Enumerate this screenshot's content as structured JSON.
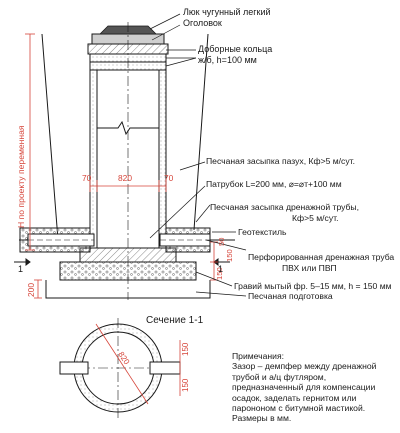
{
  "callouts": {
    "hatch": "Люк чугунный легкий",
    "head": "Оголовок",
    "rings_1": "Доборные кольца",
    "rings_2": "ж/б, h=100 мм",
    "sand_fill": "Песчаная засыпка пазух, Кф>5 м/сут.",
    "nipple": "Патрубок L=200 мм, ⌀=⌀т+100 мм",
    "drain_fill_1": "Песчаная засыпка дренажной трубы,",
    "drain_fill_2": "Кф>5 м/сут.",
    "geotextile": "Геотекстиль",
    "pipe_1": "Перфорированная дренажная труба",
    "pipe_2": "ПВХ или ПВП",
    "gravel": "Гравий мытый фр. 5–15 мм, h = 150 мм",
    "sand_base": "Песчаная подготовка"
  },
  "dimensions": {
    "height": "Н по проекту переменная",
    "wall_left": "70",
    "inner": "820",
    "wall_right": "70",
    "gap_a": "50",
    "gap_b": "150",
    "d150": "150",
    "base": "200",
    "sec_inner": "820",
    "sec_w1": "150",
    "sec_w2": "150",
    "level": "1"
  },
  "section": {
    "title": "Сечение 1-1"
  },
  "notes": {
    "title": "Примечания:",
    "text": "Зазор – демпфер между дренажной трубой и а/ц футляром, предназначенный для компенсации осадок, заделать гернитом или парононом с битумной мастикой. Размеры в мм."
  },
  "colors": {
    "red": "#d6453a",
    "line": "#1a1a1a",
    "hatch": "#9a9a9a"
  }
}
